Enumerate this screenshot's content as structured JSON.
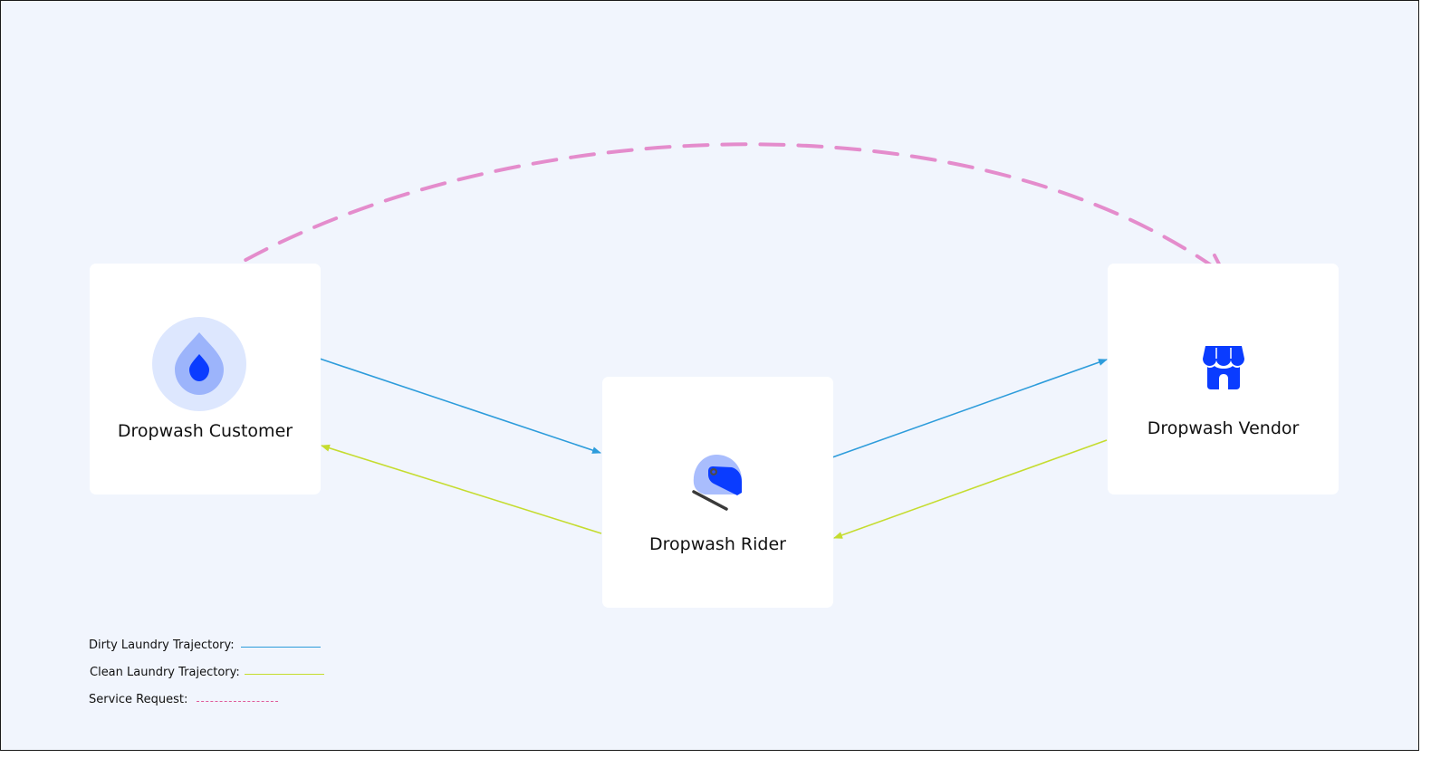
{
  "nodes": {
    "customer": {
      "label": "Dropwash Customer",
      "icon": "water-drop-icon"
    },
    "rider": {
      "label": "Dropwash Rider",
      "icon": "helmet-icon"
    },
    "vendor": {
      "label": "Dropwash Vendor",
      "icon": "storefront-icon"
    }
  },
  "legend": {
    "dirty": {
      "label": "Dirty Laundry Trajectory:",
      "color": "#2d9cdb"
    },
    "clean": {
      "label": "Clean Laundry Trajectory:",
      "color": "#c5dc2f"
    },
    "service": {
      "label": "Service Request:",
      "color": "#e05a9b"
    }
  },
  "colors": {
    "background": "#f1f5fd",
    "card": "#ffffff",
    "brand_blue": "#0a3cff",
    "service_arc": "#e48ccc"
  }
}
